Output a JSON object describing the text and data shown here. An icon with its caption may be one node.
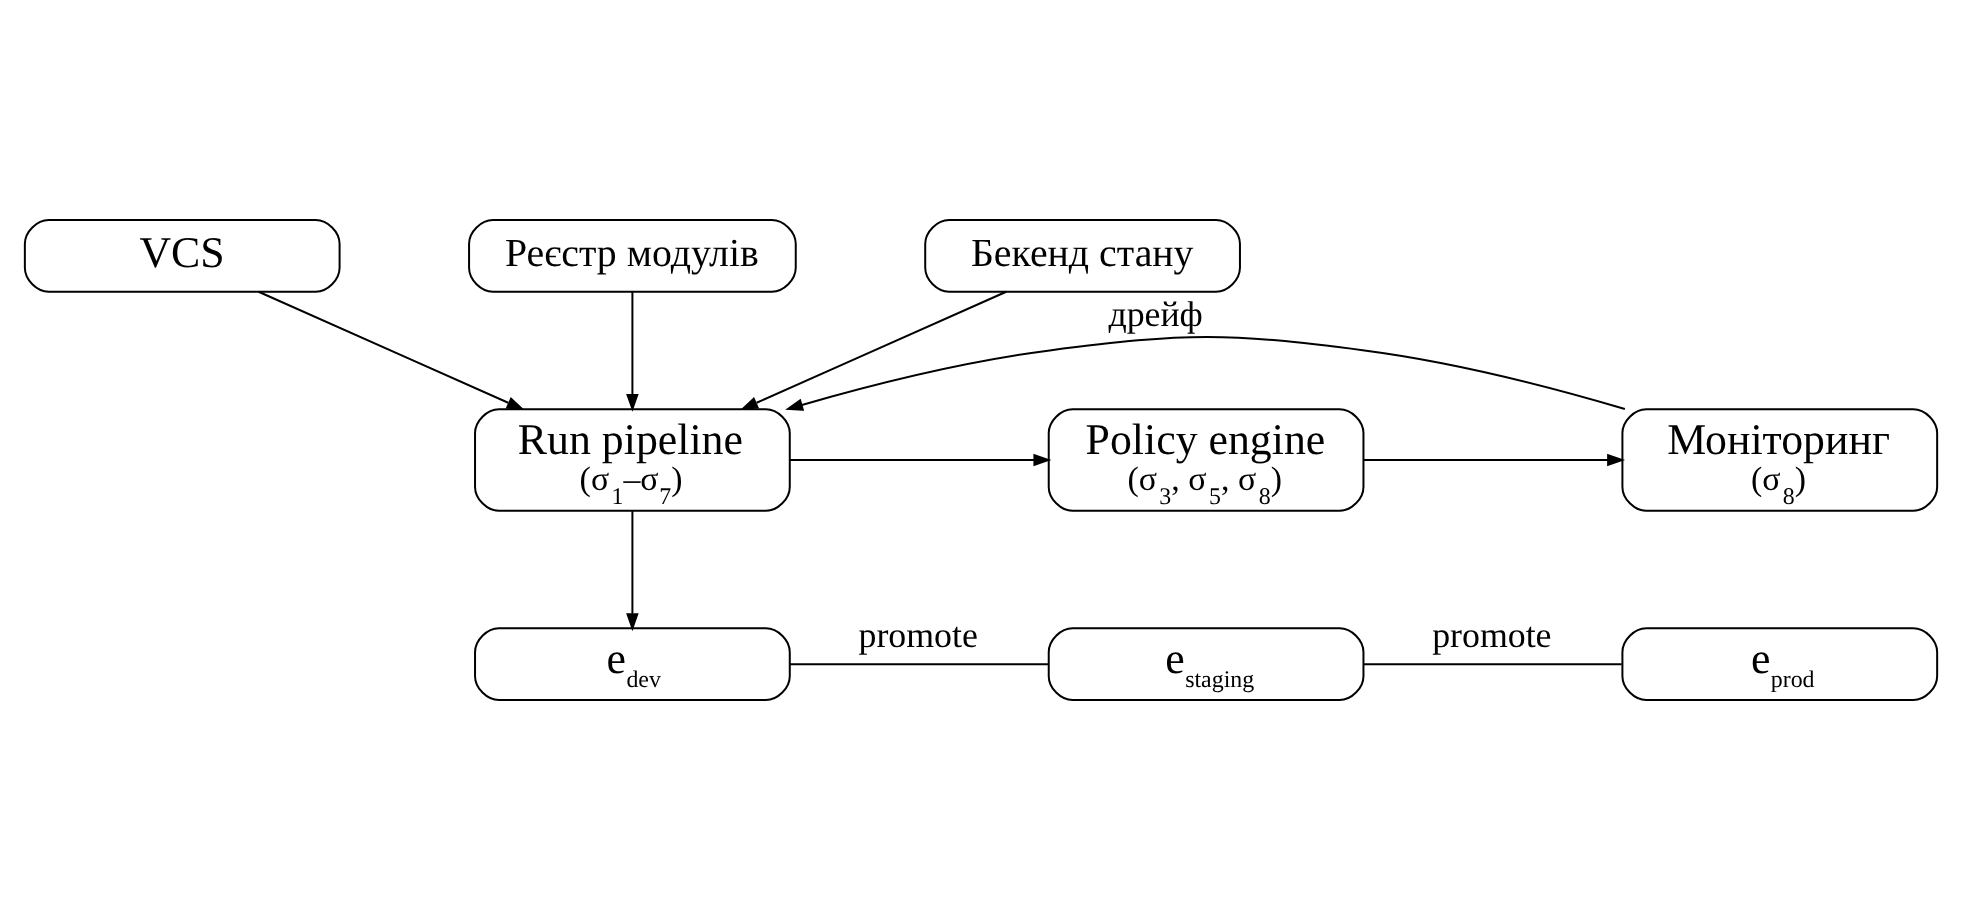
{
  "diagram": {
    "nodes": [
      {
        "text": [
          "VCS"
        ]
      },
      {
        "text": [
          "Реєстр модулів"
        ]
      },
      {
        "text": [
          "Бекенд стану"
        ]
      },
      {
        "text": [
          "Run pipeline",
          "(σ$_{1}$–σ$_{7}$)"
        ]
      },
      {
        "text": [
          "Policy engine",
          "(σ$_{3}$, σ$_{5}$, σ$_{8}$)"
        ]
      },
      {
        "text": [
          "Моніторинг",
          "(σ$_{8}$)"
        ]
      },
      {
        "text": [
          "e$_{dev}$"
        ]
      },
      {
        "text": [
          "e$_{staging}$"
        ]
      },
      {
        "text": [
          "e$_{prod}$"
        ]
      }
    ],
    "edges": [
      {
        "from": 0,
        "to": 3,
        "arrow": "to"
      },
      {
        "from": 1,
        "to": 3,
        "arrow": "to"
      },
      {
        "from": 2,
        "to": 3,
        "arrow": "to"
      },
      {
        "from": 5,
        "to": 3,
        "arrow": "to",
        "label": "дрейф"
      },
      {
        "from": 3,
        "to": 4,
        "arrow": "to"
      },
      {
        "from": 4,
        "to": 5,
        "arrow": "to"
      },
      {
        "from": 3,
        "to": 6,
        "arrow": "to"
      },
      {
        "from": 6,
        "to": 7,
        "arrow": "none",
        "label": "promote"
      },
      {
        "from": 7,
        "to": 8,
        "arrow": "none",
        "label": "promote"
      }
    ]
  }
}
